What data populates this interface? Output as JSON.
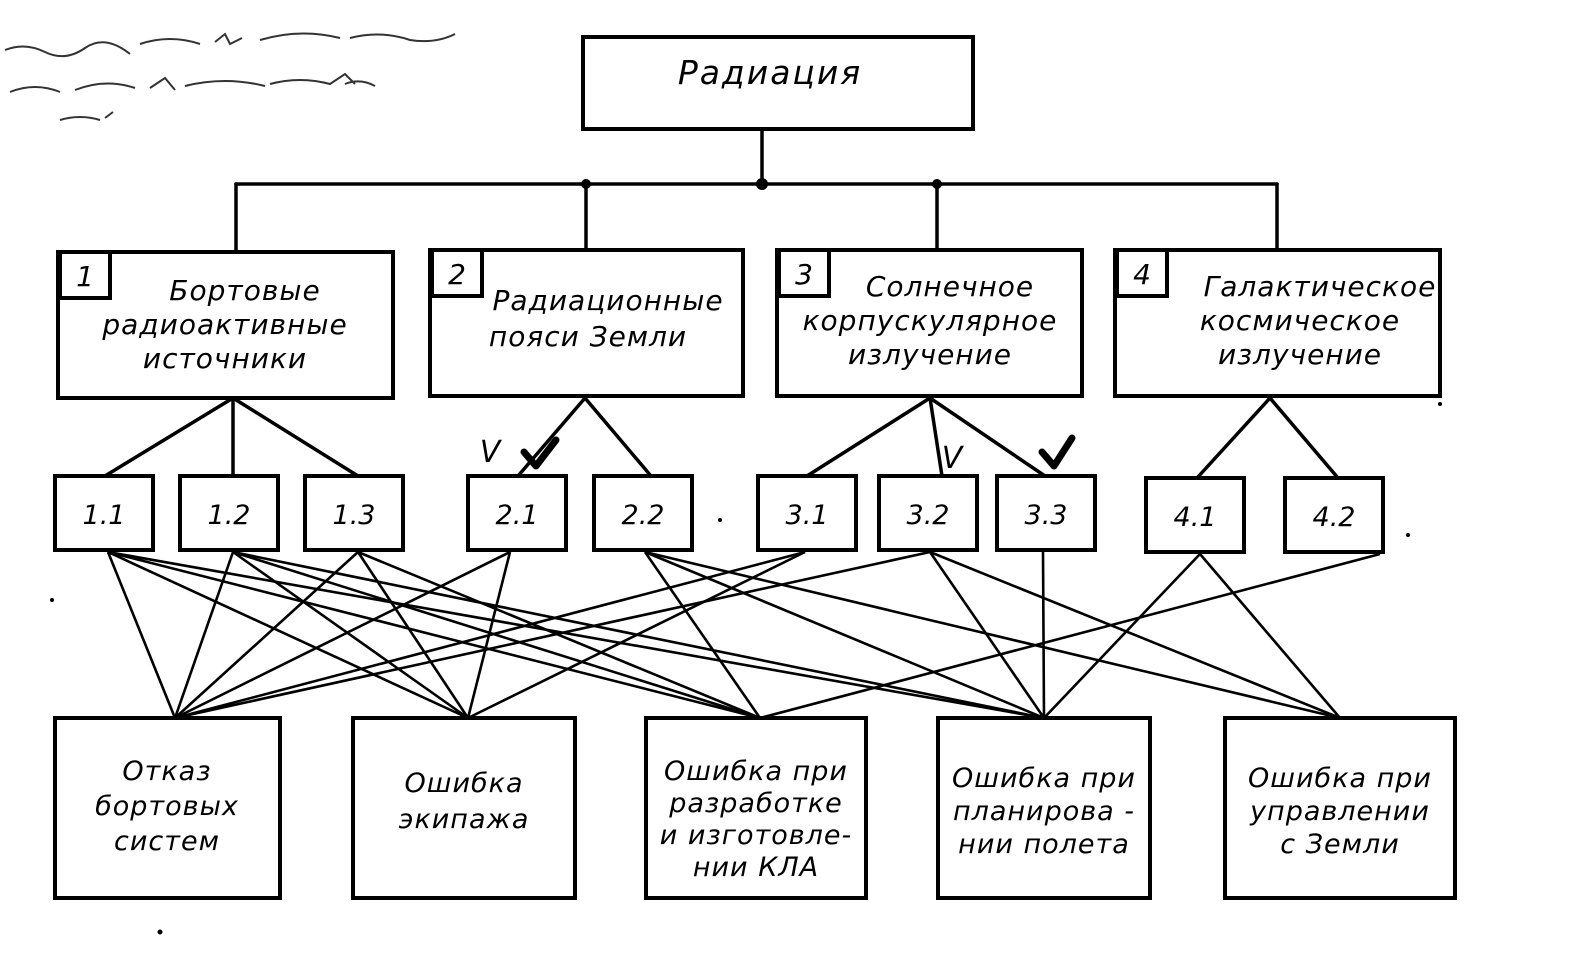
{
  "root": {
    "label": "Радиация"
  },
  "categories": [
    {
      "num": "1",
      "lines": [
        "Бортовые",
        "радиоактивные",
        "источники"
      ]
    },
    {
      "num": "2",
      "lines": [
        "Радиационные",
        "пояси  Земли"
      ]
    },
    {
      "num": "3",
      "lines": [
        "Солнечное",
        "корпускулярное",
        "излучение"
      ]
    },
    {
      "num": "4",
      "lines": [
        "Галактическое",
        "космическое",
        "излучение"
      ]
    }
  ],
  "subfactors": [
    "1.1",
    "1.2",
    "1.3",
    "2.1",
    "2.2",
    "3.1",
    "3.2",
    "3.3",
    "4.1",
    "4.2"
  ],
  "marks": [
    {
      "after": "2.1",
      "type": "v-small",
      "text": "V"
    },
    {
      "after": "2.1",
      "type": "check-bold"
    },
    {
      "after": "3.2",
      "type": "v-small",
      "text": "V"
    },
    {
      "after": "3.3",
      "type": "check-bold"
    }
  ],
  "outcomes": [
    {
      "lines": [
        "Отказ",
        "бортовых",
        "систем"
      ]
    },
    {
      "lines": [
        "Ошибка",
        "экипажа"
      ]
    },
    {
      "lines": [
        "Ошибка при",
        "разработке",
        "и изготовле-",
        "нии  КЛА"
      ]
    },
    {
      "lines": [
        "Ошибка при",
        "планирова -",
        "нии  полета"
      ]
    },
    {
      "lines": [
        "Ошибка при",
        "управлении",
        "с  Земли"
      ]
    }
  ],
  "links": [
    [
      "1.1",
      0
    ],
    [
      "1.1",
      1
    ],
    [
      "1.1",
      2
    ],
    [
      "1.1",
      3
    ],
    [
      "1.2",
      0
    ],
    [
      "1.2",
      1
    ],
    [
      "1.2",
      2
    ],
    [
      "1.2",
      3
    ],
    [
      "1.3",
      0
    ],
    [
      "1.3",
      1
    ],
    [
      "1.3",
      2
    ],
    [
      "2.1",
      0
    ],
    [
      "2.1",
      1
    ],
    [
      "2.2",
      2
    ],
    [
      "2.2",
      3
    ],
    [
      "2.2",
      4
    ],
    [
      "3.1",
      0
    ],
    [
      "3.1",
      1
    ],
    [
      "3.2",
      0
    ],
    [
      "3.2",
      3
    ],
    [
      "3.2",
      4
    ],
    [
      "3.3",
      3
    ],
    [
      "4.1",
      3
    ],
    [
      "4.1",
      4
    ],
    [
      "4.2",
      2
    ]
  ]
}
